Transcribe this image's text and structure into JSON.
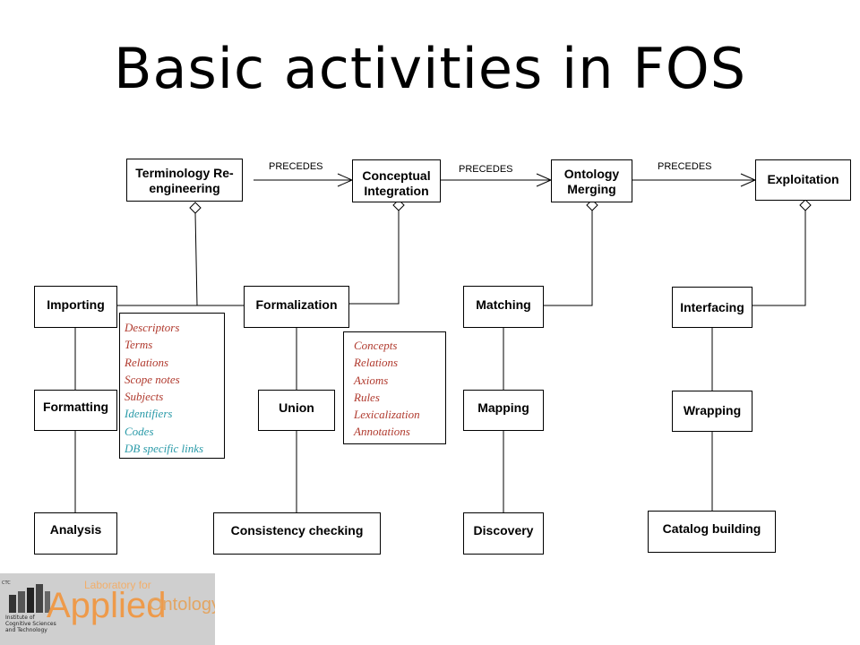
{
  "title": "Basic activities in FOS",
  "main_activities": [
    "Terminology Re-engineering",
    "Conceptual Integration",
    "Ontology Merging",
    "Exploitation"
  ],
  "precedes_label": "PRECEDES",
  "subactivities": {
    "terminology": [
      "Importing",
      "Formatting",
      "Analysis"
    ],
    "conceptual": [
      "Formalization",
      "Union",
      "Consistency checking"
    ],
    "merging": [
      "Matching",
      "Mapping",
      "Discovery"
    ],
    "exploitation": [
      "Interfacing",
      "Wrapping",
      "Catalog building"
    ]
  },
  "terminology_note": {
    "red_items": [
      "Descriptors",
      "Terms",
      "Relations",
      "Scope notes",
      "Subjects"
    ],
    "teal_items": [
      "Identifiers",
      "Codes",
      "DB specific links"
    ]
  },
  "conceptual_note": {
    "items": [
      "Concepts",
      "Relations",
      "Axioms",
      "Rules",
      "Lexicalization",
      "Annotations"
    ]
  },
  "colors": {
    "note_red": "#b03a2e",
    "note_teal": "#2a9aa8",
    "logo_orange": "#ee9a4a"
  },
  "logo": {
    "lab_text": "Laboratory for",
    "applied_text": "Applied",
    "ontology_text": "Ontology",
    "institute_text": "Institute of Cognitive Sciences and Technology",
    "side_text": "CTC"
  }
}
